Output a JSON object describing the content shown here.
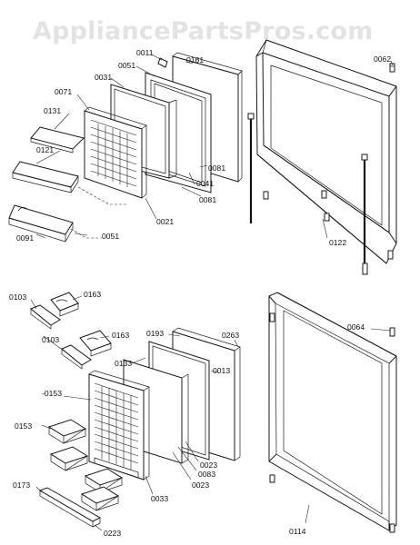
{
  "watermark": "AppliancePartsPros.com",
  "labels": {
    "l0011": "0011",
    "l0161": "0161",
    "l0062": "0062",
    "l0051a": "0051",
    "l0031": "0031",
    "l0071": "0071",
    "l0131": "0131",
    "l0121": "0121",
    "l0081a": "0081",
    "l0041": "0041",
    "l0081b": "0081",
    "l0021": "0021",
    "l0091": "0091",
    "l0051b": "0051",
    "l0122": "0122",
    "l0103a": "0103",
    "l0163a": "0163",
    "l0103b": "0103",
    "l0163b": "0163",
    "l0193": "0193",
    "l0263": "0263",
    "l0133": "0133",
    "l0013": "0013",
    "l0064": "0064",
    "l0153a": "-0153",
    "l0153b": "0153",
    "l0023a": "0023",
    "l0083": "0083",
    "l0023b": "0023",
    "l0033": "0033",
    "l0173": "0173",
    "l0223": "0223",
    "l0114": "0114"
  }
}
